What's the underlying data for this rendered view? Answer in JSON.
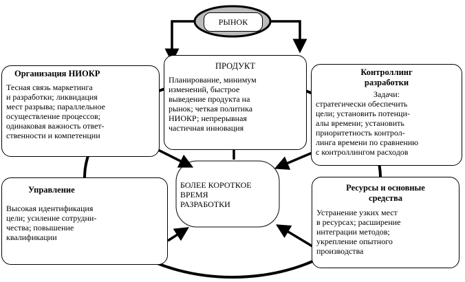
{
  "market": {
    "label": "РЫНОК"
  },
  "product": {
    "title": "ПРОДУКТ",
    "text": "Планирование, минимум\nизменений,  быстрое\nвыведение продукта на\nрынок; четкая политика\nНИОКР;  непрерывная\nчастичная  инновация"
  },
  "org": {
    "title": "Организация НИОКР",
    "text": "Тесная связь маркетинга\nи разработки; ликвидация\nмест разрыва; параллельное\nосуществление процессов;\nодинаковая важность ответ-\nственности  и  компетенции"
  },
  "controlling": {
    "title": "Контроллинг\nразработки",
    "subtitle": "Задачи:",
    "text": "стратегически  обеспечить\nцели; установить  потенци-\nалы  времени; установить\nприоритетность контрол-\nлинга времени по сравнению\nс контроллингом  расходов"
  },
  "management": {
    "title": "Управление",
    "text": "Высокая  идентификация\nцели; усиление сотрудни-\nчества;  повышение\nквалификации"
  },
  "resources": {
    "title": "Ресурсы  и основные\nсредства",
    "text": "Устранение узких мест\nв ресурсах;      расширение\nинтеграции  методов;\nукрепление опытного\nпроизводства"
  },
  "center": {
    "text": "БОЛЕЕ КОРОТКОЕ\n       ВРЕМЯ\n РАЗРАБОТКИ"
  }
}
